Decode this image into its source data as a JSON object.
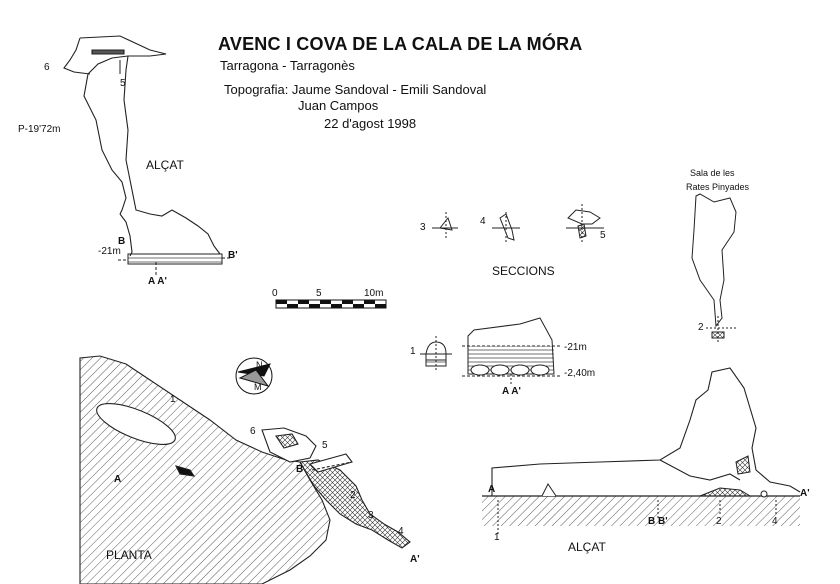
{
  "header": {
    "title": "AVENC I COVA DE LA CALA DE LA MÓRA",
    "location": "Tarragona - Tarragonès",
    "topography_line1": "Topografia: Jaume Sandoval - Emili Sandoval",
    "topography_line2": "Juan Campos",
    "date": "22 d'agost 1998"
  },
  "elevation_left": {
    "label": "ALÇAT",
    "pitch": "P-19'72m",
    "depth": "-21m",
    "station_6": "6",
    "station_5": "5",
    "section_b": "B",
    "section_b_prime": "B'",
    "section_aa": "A A'"
  },
  "scale": {
    "ticks": [
      "0",
      "5",
      "10m"
    ]
  },
  "sections": {
    "label": "SECCIONS",
    "s3": "3",
    "s4": "4",
    "s5": "5",
    "s2": "2",
    "s1": "1",
    "depth_21": "-21m",
    "depth_240": "-2,40m",
    "section_aa": "A A'",
    "room_line1": "Sala de les",
    "room_line2": "Rates Pinyades"
  },
  "compass": {
    "n": "N",
    "m": "M"
  },
  "plan": {
    "label": "PLANTA",
    "station_1": "1",
    "station_6": "6",
    "station_5": "5",
    "station_2": "2",
    "station_3": "3",
    "station_4": "4",
    "marker_a": "A",
    "marker_a_prime": "A'",
    "marker_b": "B"
  },
  "elevation_right": {
    "label": "ALÇAT",
    "marker_a": "A",
    "marker_a_prime": "A'",
    "marker_bb": "B B'",
    "station_1": "1",
    "station_2": "2",
    "station_4": "4"
  }
}
